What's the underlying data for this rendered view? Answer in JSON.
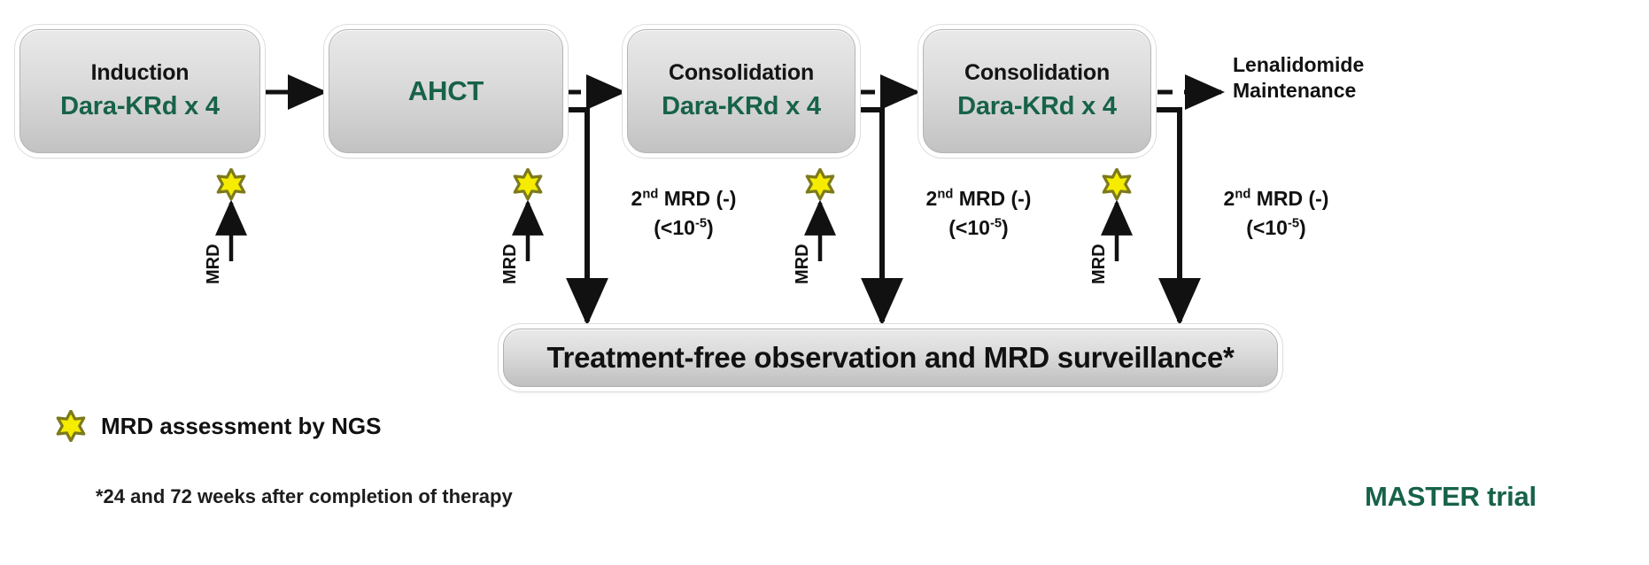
{
  "diagram": {
    "title": "MASTER trial treatment schema",
    "brand_label": "MASTER trial",
    "colors": {
      "regimen_green": "#17624a",
      "star_fill": "#f5ec00",
      "star_outline": "#7d7a1c",
      "box_gray": "#d6d6d6",
      "line_black": "#111111"
    }
  },
  "boxes": [
    {
      "id": "induction",
      "title": "Induction",
      "regimen": "Dara-KRd x 4"
    },
    {
      "id": "ahct",
      "title": "",
      "regimen": "AHCT"
    },
    {
      "id": "consolidation1",
      "title": "Consolidation",
      "regimen": "Dara-KRd x 4"
    },
    {
      "id": "consolidation2",
      "title": "Consolidation",
      "regimen": "Dara-KRd x 4"
    }
  ],
  "maintenance": {
    "line1": "Lenalidomide",
    "line2": "Maintenance"
  },
  "mrd_marks": [
    {
      "label": "MRD"
    },
    {
      "label": "MRD"
    },
    {
      "label": "MRD"
    },
    {
      "label": "MRD"
    }
  ],
  "branches": [
    {
      "line1_prefix": "2",
      "line1_sup": "nd",
      "line1_rest": " MRD (-)",
      "line2_prefix": "(<10",
      "line2_sup": "-5",
      "line2_rest": ")"
    },
    {
      "line1_prefix": "2",
      "line1_sup": "nd",
      "line1_rest": " MRD (-)",
      "line2_prefix": "(<10",
      "line2_sup": "-5",
      "line2_rest": ")"
    },
    {
      "line1_prefix": "2",
      "line1_sup": "nd",
      "line1_rest": " MRD (-)",
      "line2_prefix": "(<10",
      "line2_sup": "-5",
      "line2_rest": ")"
    }
  ],
  "observation_bar": {
    "text": "Treatment-free observation and MRD surveillance*"
  },
  "legend": {
    "icon": "star-icon",
    "text": "MRD assessment by NGS"
  },
  "footnote": {
    "text": "*24 and 72 weeks after completion of therapy"
  }
}
